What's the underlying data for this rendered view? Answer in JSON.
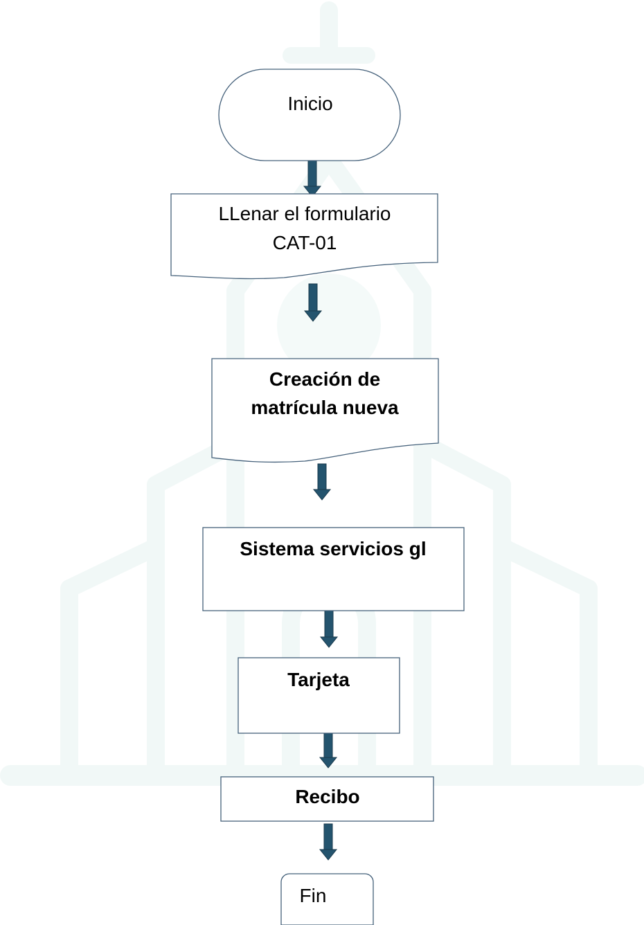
{
  "diagram": {
    "nodes": [
      {
        "id": "start",
        "shape": "terminator",
        "lines": [
          "Inicio"
        ],
        "bold": false
      },
      {
        "id": "form",
        "shape": "document",
        "lines": [
          "LLenar el formulario",
          "CAT-01"
        ],
        "bold": false
      },
      {
        "id": "enrollment",
        "shape": "document",
        "lines": [
          "Creación de",
          "matrícula nueva"
        ],
        "bold": true
      },
      {
        "id": "system",
        "shape": "process",
        "lines": [
          "Sistema servicios gl"
        ],
        "bold": true
      },
      {
        "id": "card",
        "shape": "process",
        "lines": [
          "Tarjeta"
        ],
        "bold": true
      },
      {
        "id": "receipt",
        "shape": "process",
        "lines": [
          "Recibo"
        ],
        "bold": true
      },
      {
        "id": "end",
        "shape": "terminator",
        "lines": [
          "Fin"
        ],
        "bold": false
      }
    ],
    "edges": [
      {
        "from": "start",
        "to": "form"
      },
      {
        "from": "form",
        "to": "enrollment"
      },
      {
        "from": "enrollment",
        "to": "system"
      },
      {
        "from": "system",
        "to": "card"
      },
      {
        "from": "card",
        "to": "receipt"
      },
      {
        "from": "receipt",
        "to": "end"
      }
    ]
  },
  "colors": {
    "arrow": "#24546e",
    "shape_border": "#44607a",
    "watermark": "#f1f8f7"
  },
  "watermark": {
    "icon": "church-outline-icon"
  }
}
